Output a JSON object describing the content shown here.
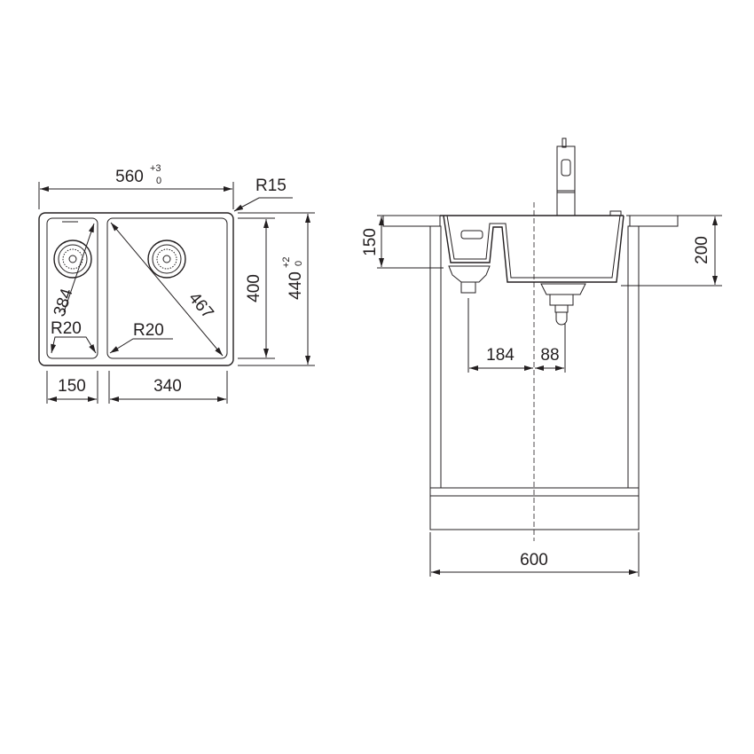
{
  "top_view": {
    "width_label": "560",
    "width_tol_upper": "+3",
    "width_tol_lower": "0",
    "corner_radius_label": "R15",
    "inner_height_label": "400",
    "outer_height_label": "440",
    "height_tol_upper": "+2",
    "height_tol_lower": "0",
    "small_bowl_width_label": "150",
    "large_bowl_width_label": "340",
    "large_bowl_diagonal_label": "467",
    "small_bowl_diagonal_label": "384",
    "small_bowl_radius_label": "R20",
    "large_bowl_radius_label": "R20"
  },
  "side_view": {
    "small_bowl_depth_label": "150",
    "large_bowl_depth_label": "200",
    "small_drain_offset_label": "184",
    "large_drain_offset_label": "88",
    "cabinet_width_label": "600"
  },
  "colors": {
    "line": "#231f20",
    "background": "#ffffff"
  }
}
